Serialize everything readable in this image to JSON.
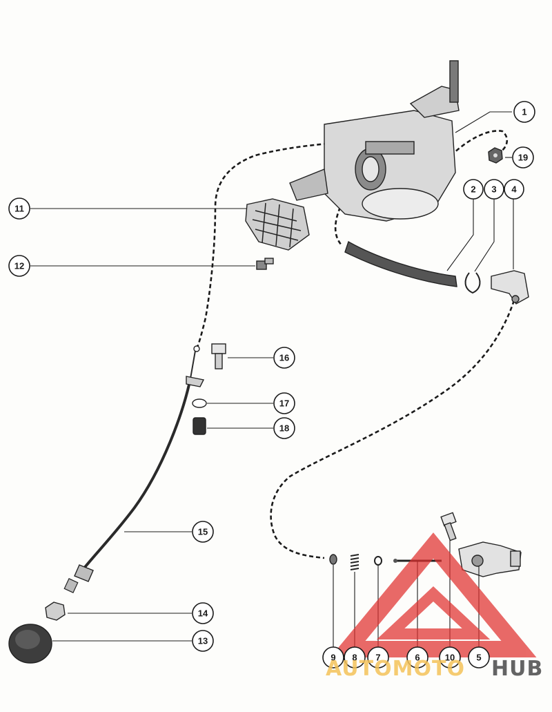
{
  "diagram": {
    "callouts": [
      {
        "id": "1",
        "label": "1"
      },
      {
        "id": "2",
        "label": "2"
      },
      {
        "id": "3",
        "label": "3"
      },
      {
        "id": "4",
        "label": "4"
      },
      {
        "id": "5",
        "label": "5"
      },
      {
        "id": "6",
        "label": "6"
      },
      {
        "id": "7",
        "label": "7"
      },
      {
        "id": "8",
        "label": "8"
      },
      {
        "id": "9",
        "label": "9"
      },
      {
        "id": "10",
        "label": "10"
      },
      {
        "id": "11",
        "label": "11"
      },
      {
        "id": "12",
        "label": "12"
      },
      {
        "id": "13",
        "label": "13"
      },
      {
        "id": "14",
        "label": "14"
      },
      {
        "id": "15",
        "label": "15"
      },
      {
        "id": "16",
        "label": "16"
      },
      {
        "id": "17",
        "label": "17"
      },
      {
        "id": "18",
        "label": "18"
      },
      {
        "id": "19",
        "label": "19"
      }
    ]
  },
  "watermark": {
    "word_a": "AUTOMOTO",
    "word_b": "HUB",
    "color_triangle": "#e0312f",
    "color_word_a": "#f4c35a",
    "color_word_b": "#4a4a4a"
  },
  "colors": {
    "ink": "#1a1a1a",
    "paper": "#fdfdfb",
    "part_shade": "#bdbdbd"
  }
}
